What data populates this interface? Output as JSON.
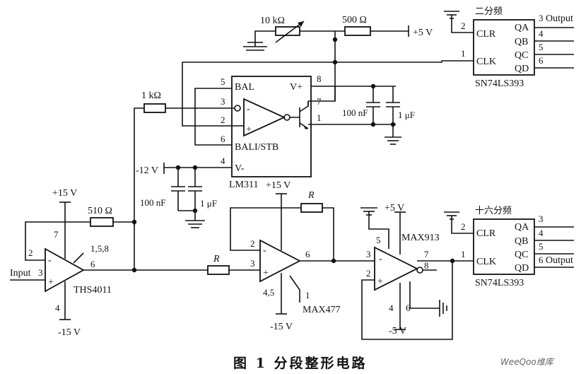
{
  "caption": "图 1    分段整形电路",
  "watermark": "WeeQoo维库",
  "labels": {
    "r_pot": "10 kΩ",
    "r_500": "500 Ω",
    "vcc_top": "+5 V",
    "r_1k": "1 kΩ",
    "r_510": "510 Ω",
    "neg12": "-12 V",
    "pos15_a": "+15 V",
    "neg15_a": "-15 V",
    "pos15_b": "+15 V",
    "neg15_b": "-15 V",
    "pos5_b": "+5 V",
    "neg5_b": "-5 V",
    "input": "Input",
    "c100n_a": "100 nF",
    "c1u_a": "1 μF",
    "c100n_b": "100 nF",
    "c1u_b": "1 μF",
    "r_feedback": "R",
    "r_series": "R"
  },
  "lm311": {
    "name": "LM311",
    "bal": "BAL",
    "balstb": "BALI/STB",
    "vplus": "V+",
    "vminus": "V-",
    "minus": "-",
    "plus": "+",
    "pin5": "5",
    "pin3": "3",
    "pin2": "2",
    "pin6": "6",
    "pin4": "4",
    "pin8": "8",
    "pin7": "7",
    "pin1": "1"
  },
  "ths4011": {
    "name": "THS4011",
    "pin7": "7",
    "pin2": "2",
    "pin3": "3",
    "pin6": "6",
    "pin4": "4",
    "pins_nc": "1,5,8",
    "minus": "-",
    "plus": "+"
  },
  "max477": {
    "name": "MAX477",
    "pin2": "2",
    "pin3": "3",
    "pin6": "6",
    "pins45": "4,5",
    "pin1": "1",
    "minus": "-",
    "plus": "+"
  },
  "max913": {
    "name": "MAX913",
    "pin5": "5",
    "pin3": "3",
    "pin2": "2",
    "pin7": "7",
    "pin8": "8",
    "pin4": "4",
    "pin6": "6",
    "minus": "-",
    "plus": "+"
  },
  "counter_top": {
    "title": "二分频",
    "name": "SN74LS393",
    "clr": "CLR",
    "clk": "CLK",
    "qa": "QA",
    "qb": "QB",
    "qc": "QC",
    "qd": "QD",
    "pin2": "2",
    "pin1": "1",
    "pin3": "3",
    "pin4": "4",
    "pin5": "5",
    "pin6": "6",
    "output": "Output"
  },
  "counter_bottom": {
    "title": "十六分频",
    "name": "SN74LS393",
    "clr": "CLR",
    "clk": "CLK",
    "qa": "QA",
    "qb": "QB",
    "qc": "QC",
    "qd": "QD",
    "pin2": "2",
    "pin1": "1",
    "pin3": "3",
    "pin4": "4",
    "pin5": "5",
    "pin6": "6",
    "output": "Output"
  }
}
